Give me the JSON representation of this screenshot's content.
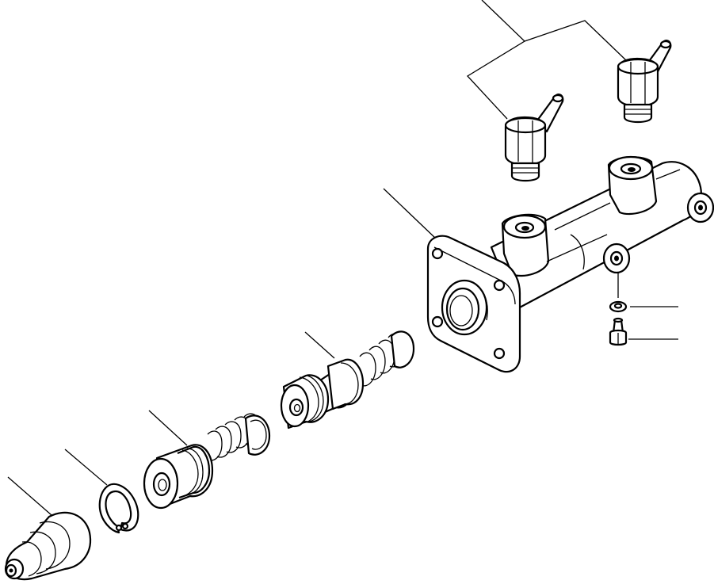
{
  "diagram": {
    "type": "exploded-parts-view",
    "line_color": "#000000",
    "background_color": "#ffffff",
    "parts": [
      {
        "name": "boot"
      },
      {
        "name": "snap-ring"
      },
      {
        "name": "secondary-piston-assembly"
      },
      {
        "name": "primary-piston-assembly"
      },
      {
        "name": "cylinder-body"
      },
      {
        "name": "banjo-fitting"
      },
      {
        "name": "banjo-fitting"
      },
      {
        "name": "washer"
      },
      {
        "name": "bleeder-screw"
      }
    ]
  }
}
